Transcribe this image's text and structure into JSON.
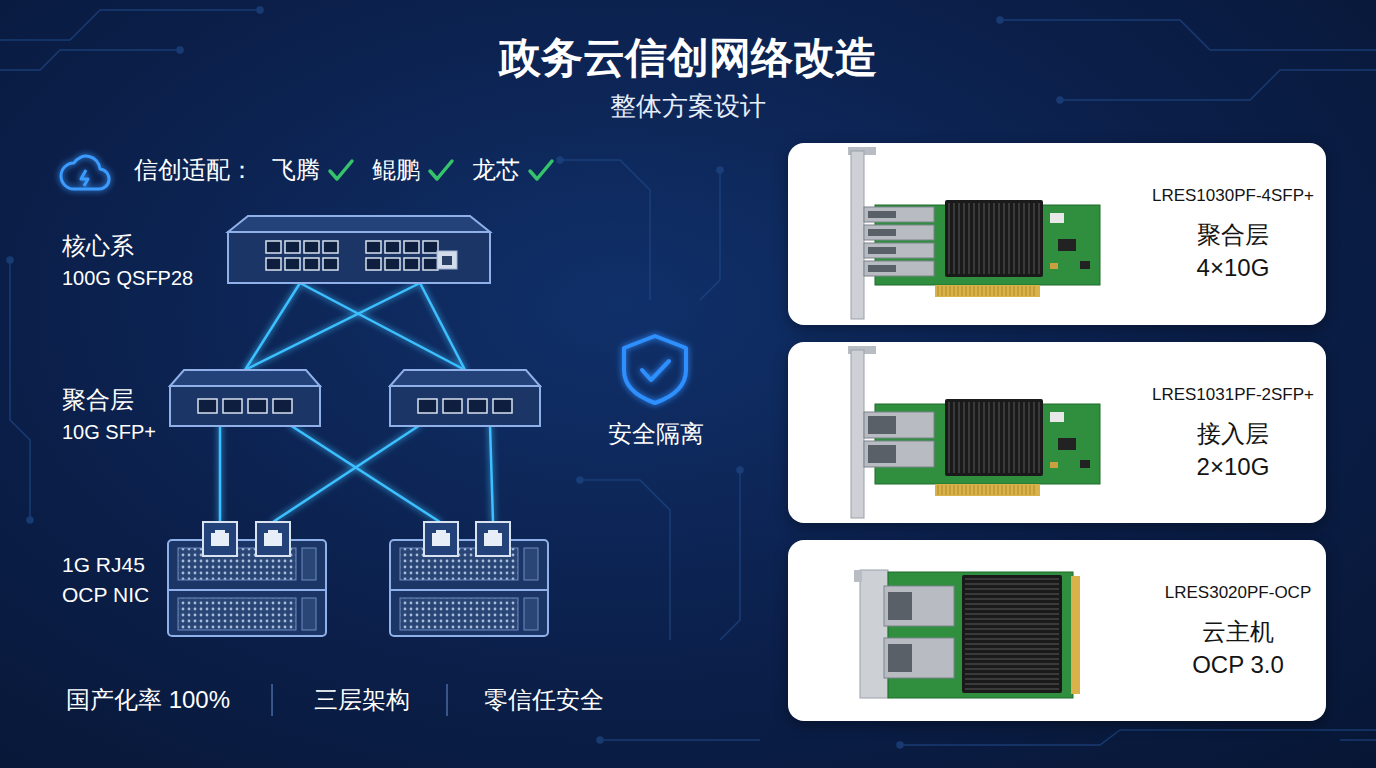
{
  "diagram": {
    "title": "政务云信创网络改造",
    "nodes": [
      {
        "text": [
          "LRES1030PF-4SFP+",
          "聚合层",
          "4×10G"
        ]
      },
      {
        "text": [
          "LRES1031PF-2SFP+",
          "接入层",
          "2×10G"
        ]
      },
      {
        "text": [
          "LRES3020PF-OCP",
          "云主机",
          "OCP 3.0"
        ]
      }
    ],
    "labels": [
      "整体方案设计",
      "信创适配：",
      "飞腾",
      "鲲鹏",
      "龙芯",
      "核心系",
      "100G QSFP28",
      "聚合层",
      "10G SFP+",
      "1G RJ45",
      "OCP NIC",
      "安全隔离",
      "国产化率 100%",
      "三层架构",
      "零信任安全"
    ]
  }
}
